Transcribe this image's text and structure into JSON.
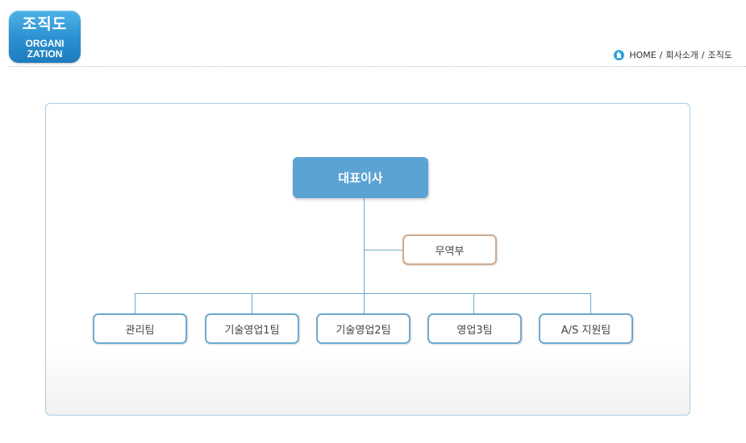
{
  "header": {
    "badge": {
      "title": "조직도",
      "subtitle_line1": "ORGANI",
      "subtitle_line2": "ZATION"
    },
    "breadcrumb": {
      "icon": "home-icon",
      "home": "HOME",
      "separator": "/",
      "section": "회사소개",
      "current": "조직도"
    }
  },
  "org_chart": {
    "root": "대표이사",
    "side": "무역부",
    "teams": [
      "관리팀",
      "기술영업1팀",
      "기술영업2팀",
      "영업3팀",
      "A/S 지원팀"
    ]
  },
  "colors": {
    "badge_blue": "#2a8fd0",
    "ceo_fill": "#5ba3d3",
    "team_border": "#6ea8d0",
    "side_border": "#cfa98a",
    "connector": "#6fa8c9"
  }
}
